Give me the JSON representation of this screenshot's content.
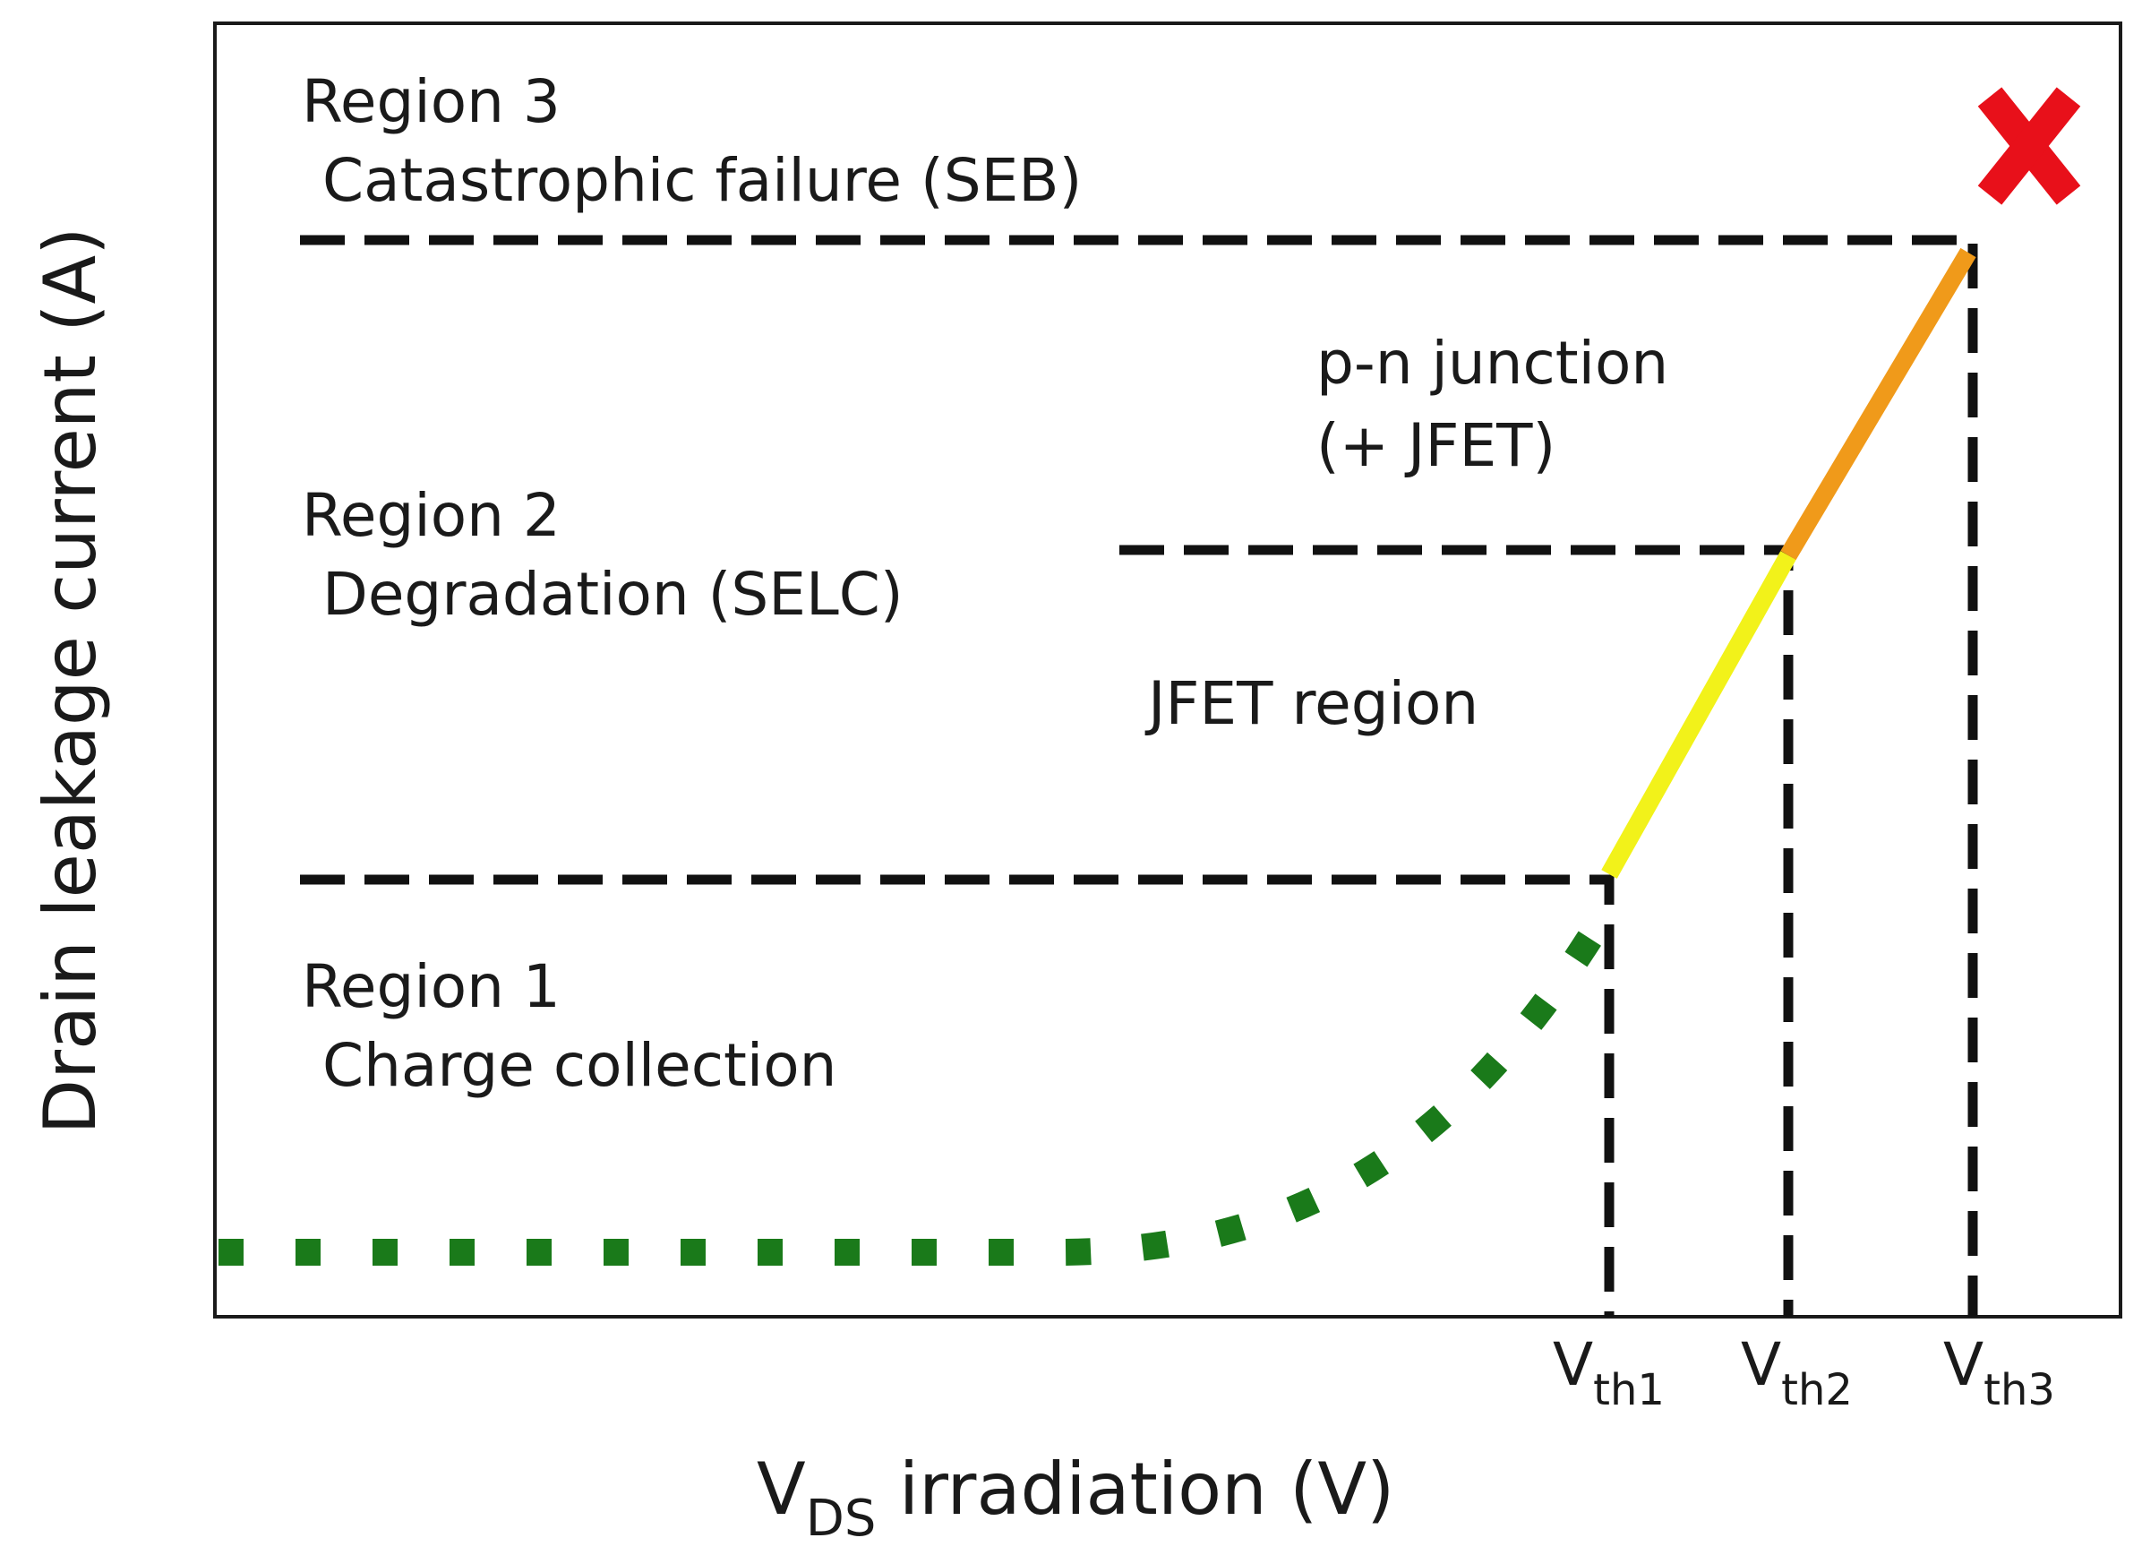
{
  "chart_data": {
    "type": "line",
    "title": "",
    "xlabel": {
      "main": "V",
      "sub": "DS",
      "rest": " irradiation (V)"
    },
    "ylabel": "Drain leakage current (A)",
    "grid": false,
    "axis_numbers_shown": false,
    "thresholds": [
      {
        "main": "V",
        "sub": "th1"
      },
      {
        "main": "V",
        "sub": "th2"
      },
      {
        "main": "V",
        "sub": "th3"
      }
    ],
    "regions": [
      {
        "title": "Region 1",
        "subtitle": "Charge collection"
      },
      {
        "title": "Region 2",
        "subtitle": "Degradation (SELC)"
      },
      {
        "title": "Region 3",
        "subtitle": "Catastrophic failure (SEB)"
      }
    ],
    "mechanism_annotations": [
      {
        "line1": "JFET region",
        "line2": ""
      },
      {
        "line1": "p-n junction",
        "line2": "(+ JFET)"
      }
    ],
    "series": [
      {
        "segment": "charge-collection",
        "style": "dotted",
        "color": "#1a7a1a"
      },
      {
        "segment": "jfet",
        "style": "solid",
        "color": "#f2f21a"
      },
      {
        "segment": "pn-junction",
        "style": "solid",
        "color": "#f09a1a"
      }
    ],
    "failure_marker": {
      "icon": "red-x-icon",
      "color": "#e8101a"
    },
    "colors": {
      "axes": "#1a1a1a",
      "guides": "#111111"
    }
  }
}
